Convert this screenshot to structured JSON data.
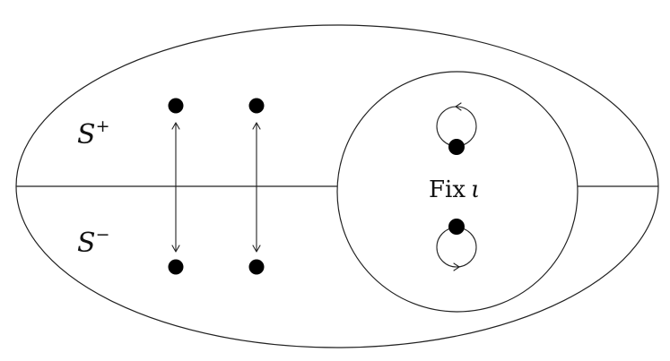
{
  "labels": {
    "region_top": "S",
    "region_top_sup": "+",
    "region_bottom": "S",
    "region_bottom_sup": "−",
    "fixed_locus_prefix": "Fix",
    "fixed_locus_symbol": "ι"
  },
  "colors": {
    "stroke": "#222222",
    "point": "#000000",
    "background": "#ffffff"
  }
}
